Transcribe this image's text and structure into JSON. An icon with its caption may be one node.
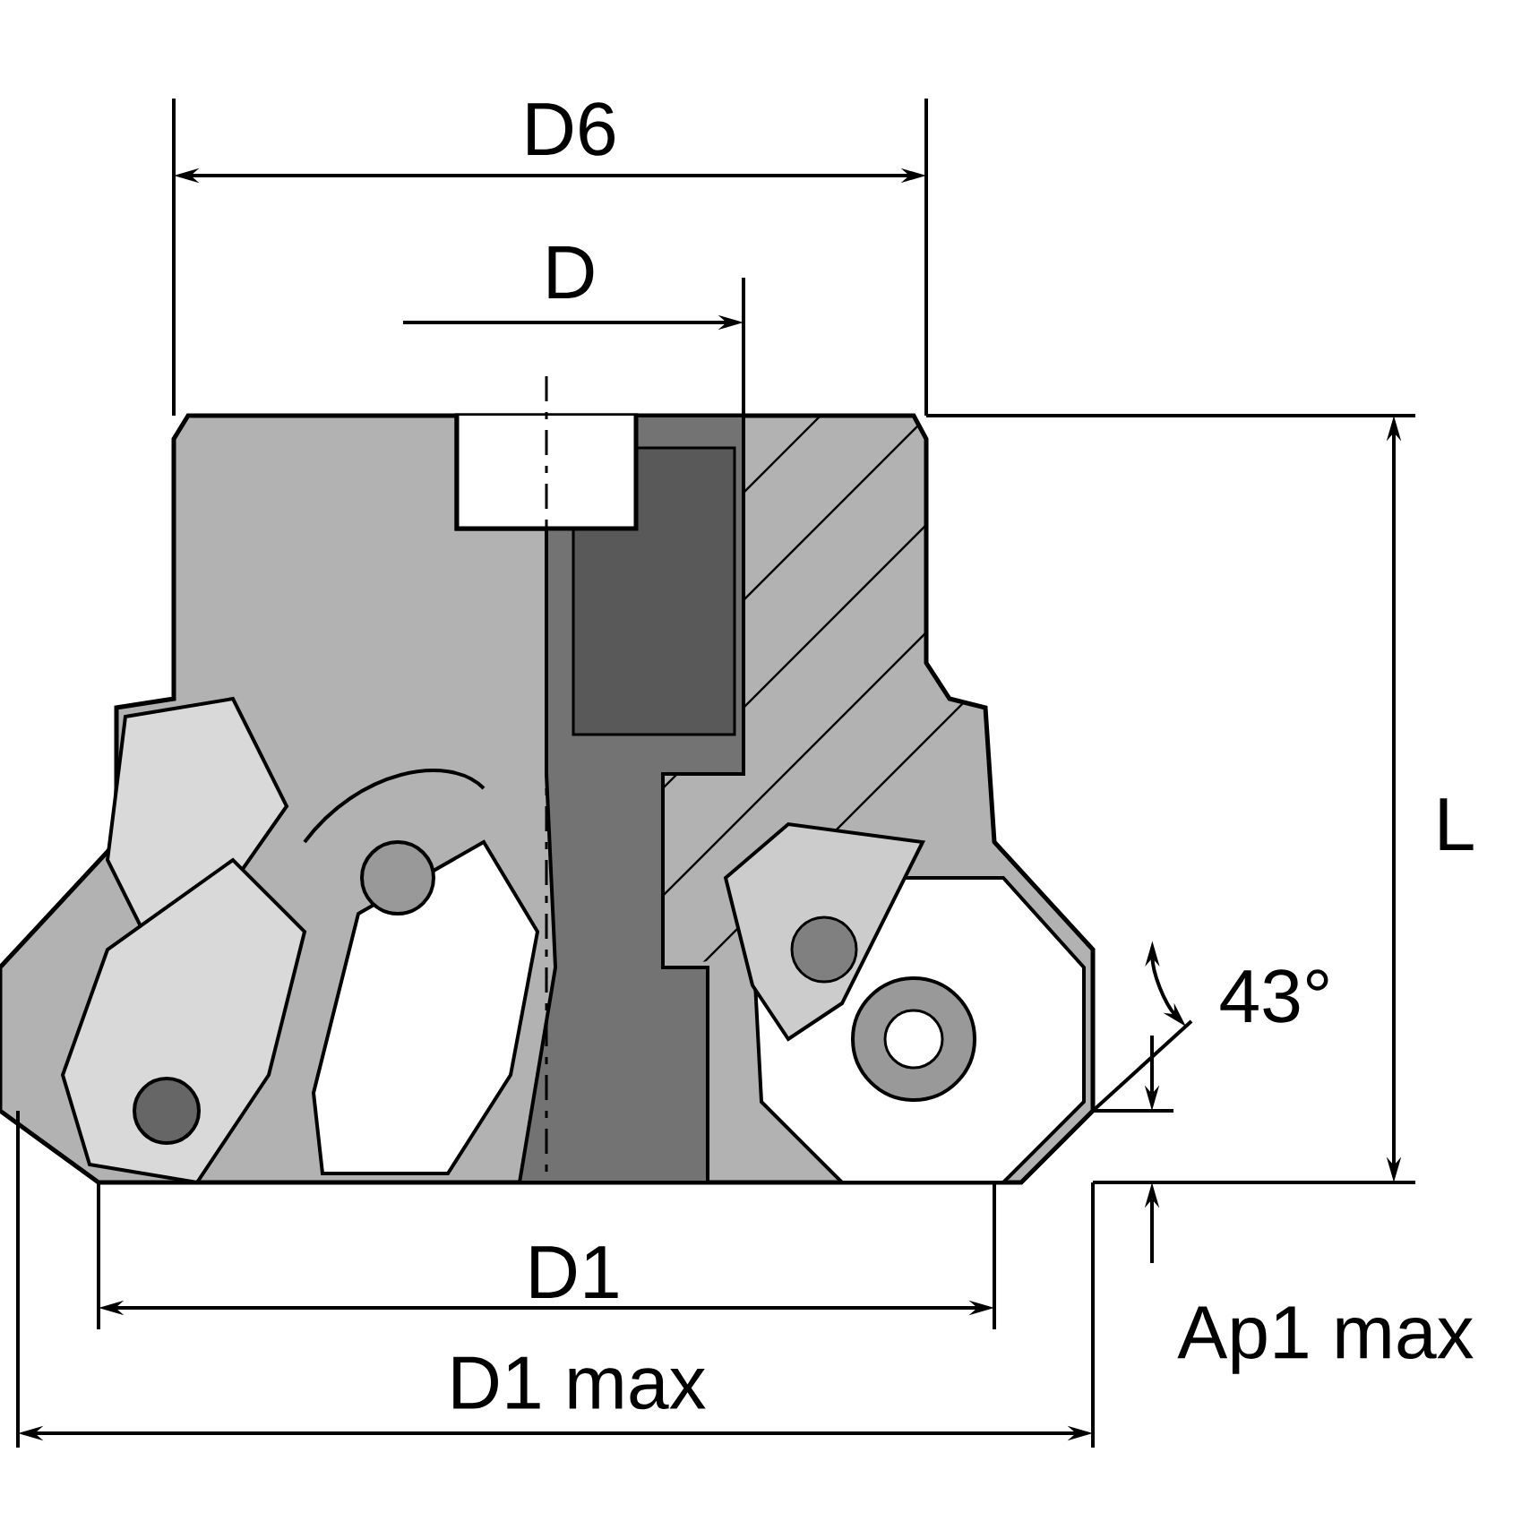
{
  "diagram": {
    "labels": [
      "D6",
      "D",
      "43°",
      "L",
      "D1",
      "D1 max",
      "Ap1 max"
    ]
  }
}
